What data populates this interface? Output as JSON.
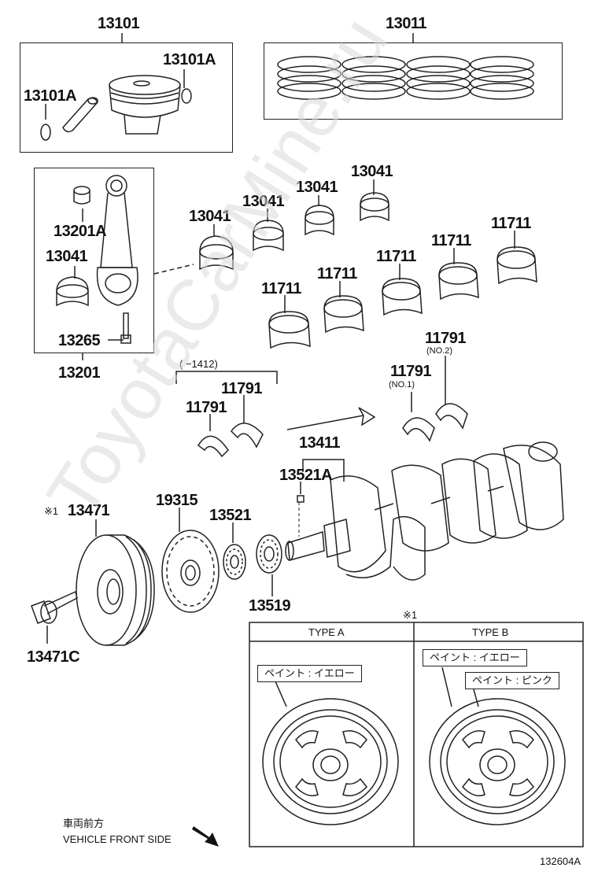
{
  "parts": {
    "p13101": "13101",
    "p13011": "13011",
    "p13101A_right": "13101A",
    "p13101A_left": "13101A",
    "p13041_a": "13041",
    "p13041_b": "13041",
    "p13041_c": "13041",
    "p13041_d": "13041",
    "p13041_rod": "13041",
    "p13201A": "13201A",
    "p13265": "13265",
    "p13201": "13201",
    "p11711_a": "11711",
    "p11711_b": "11711",
    "p11711_c": "11711",
    "p11711_d": "11711",
    "p11711_e": "11711",
    "p11791_top": "11791",
    "p11791_no2_note": "(NO.2)",
    "p11791_mid": "11791",
    "p11791_no1_note": "(NO.1)",
    "p11791_left_a": "11791",
    "p11791_left_b": "11791",
    "bracket_note": "(       −1412)",
    "p13411": "13411",
    "p13521A": "13521A",
    "p19315": "19315",
    "p13521": "13521",
    "p13471": "13471",
    "p13471_mark": "※1",
    "p13519": "13519",
    "p13471C": "13471C"
  },
  "types_table": {
    "mark": "※1",
    "type_a_header": "TYPE A",
    "type_b_header": "TYPE B",
    "type_a_paint": "ペイント : イエロー",
    "type_b_paint_1": "ペイント : イエロー",
    "type_b_paint_2": "ペイント : ピンク"
  },
  "direction": {
    "jp": "車両前方",
    "en": "VEHICLE FRONT SIDE"
  },
  "figure_id": "132604A",
  "watermark": "ToyotaCarMine.ru"
}
